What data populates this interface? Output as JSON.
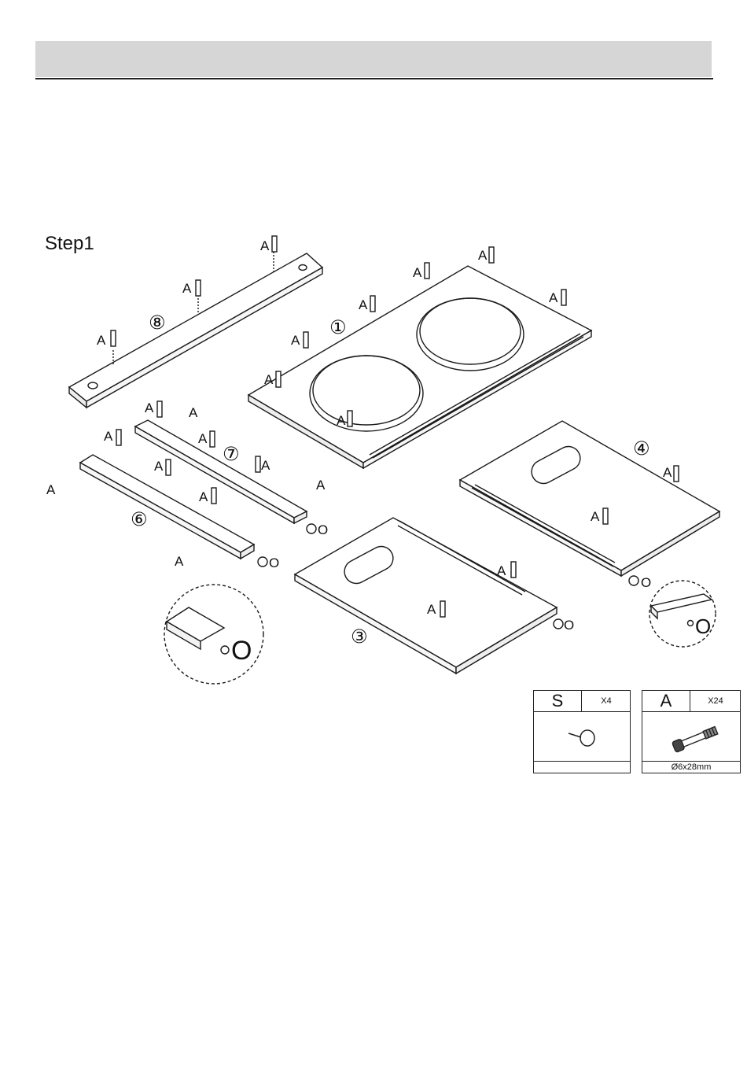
{
  "step": {
    "title": "Step1"
  },
  "parts": {
    "p1": "①",
    "p3": "③",
    "p4": "④",
    "p6": "⑥",
    "p7": "⑦",
    "p8": "⑧"
  },
  "labels": {
    "dowel": "A",
    "cam": "O"
  },
  "hardware": [
    {
      "letter": "S",
      "qty": "X4",
      "spec": ""
    },
    {
      "letter": "A",
      "qty": "X24",
      "spec": "Ø6x28mm"
    }
  ]
}
